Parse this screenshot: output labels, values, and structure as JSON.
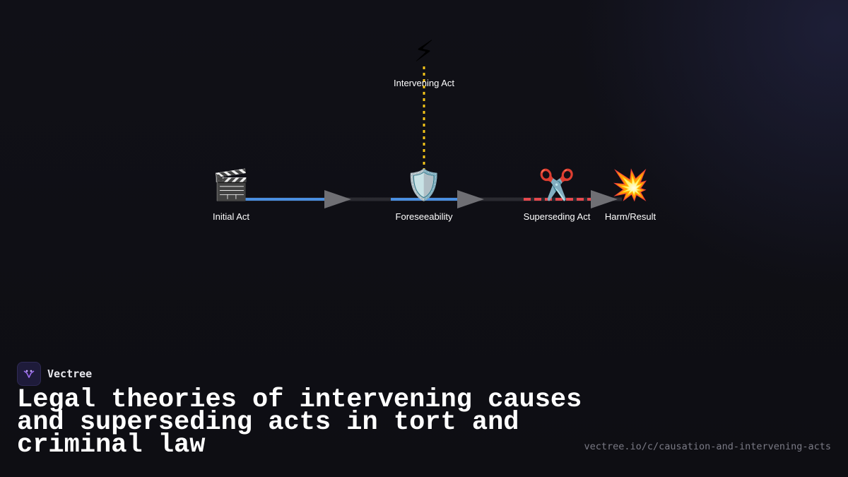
{
  "diagram": {
    "nodes": [
      {
        "id": "initial",
        "icon": "🎬",
        "icon_name": "clapperboard-icon",
        "label": "Initial Act"
      },
      {
        "id": "intervening",
        "icon": "⚡",
        "icon_name": "lightning-icon",
        "label": "Intervening Act"
      },
      {
        "id": "foreseeability",
        "icon": "🛡️",
        "icon_name": "shield-icon",
        "label": "Foreseeability"
      },
      {
        "id": "superseding",
        "icon": "✂️",
        "icon_name": "scissors-icon",
        "label": "Superseding Act"
      },
      {
        "id": "harm",
        "icon": "💥",
        "icon_name": "collision-icon",
        "label": "Harm/Result"
      }
    ],
    "edges": [
      {
        "from": "initial",
        "to": "foreseeability",
        "style": "solid",
        "color": "#4a8fe0"
      },
      {
        "from": "intervening",
        "to": "foreseeability",
        "style": "dotted",
        "color": "#f5c518"
      },
      {
        "from": "foreseeability",
        "to": "superseding",
        "style": "solid",
        "color": "#4a8fe0"
      },
      {
        "from": "superseding",
        "to": "harm",
        "style": "dashed",
        "color": "#e5484d"
      }
    ],
    "colors": {
      "track": "#2a2a30",
      "arrowhead": "#6f6f74",
      "label": "#ffffff"
    }
  },
  "brand": {
    "name": "Vectree",
    "logo_icon": "vectree-logo-icon",
    "accent": "#9b6cf0"
  },
  "title": "Legal theories of intervening causes and superseding acts in tort and criminal law",
  "url": "vectree.io/c/causation-and-intervening-acts"
}
